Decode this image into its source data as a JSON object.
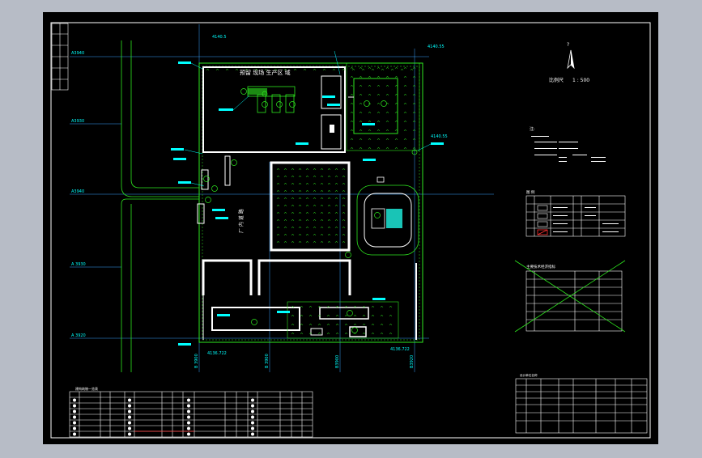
{
  "colors": {
    "viewport_bg": "#b7bcc6",
    "paper": "#000000",
    "frame": "#ffffff",
    "site_green": "#2ee81f",
    "wall": "#ffffff",
    "annotation": "#00ffff",
    "grid_line": "#3aa3ff",
    "fountain_fill": "#19c4b6",
    "legend_red": "#ff3333"
  },
  "drawing": {
    "plant_area_label": "预留 现场 生产区 域",
    "road_label": "厂 内 道 路",
    "north_symbol": "?",
    "scale_label": "比例尺",
    "scale_value": "1 : 500",
    "notes_heading": "注:"
  },
  "coordinates": {
    "top_left": "A3940",
    "left_upper": "A3930",
    "left_middle": "A3940",
    "left_lower": "A 3930",
    "left_bottom": "A 3920",
    "bottom_1": "B 3900",
    "bottom_2": "B 3900",
    "bottom_3": "B3900",
    "bottom_4": "B3920",
    "corner_top": "4140.5",
    "corner_top_right": "4140.55",
    "corner_bottom_left": "4136.722",
    "corner_bottom_right": "4136.722",
    "side_label": "4140.55"
  },
  "tables": {
    "legend_heading": "图 例",
    "component_heading": "主要技术经济指标",
    "bottom_heading": "建构筑物一览表",
    "title_block_heading": "设计单位名称"
  }
}
